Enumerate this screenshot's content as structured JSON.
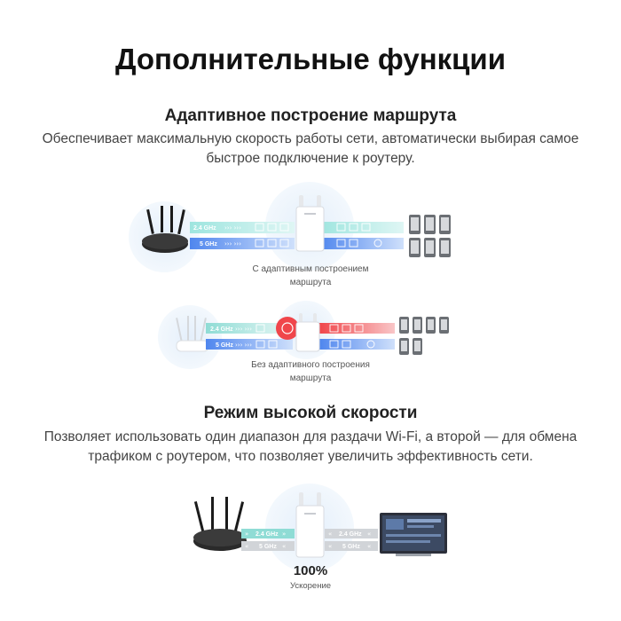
{
  "title": "Дополнительные функции",
  "section1": {
    "heading": "Адаптивное построение маршрута",
    "description": "Обеспечивает максимальную скорость работы сети, автоматически выбирая самое быстрое подключение к роутеру.",
    "diagram_with": {
      "caption": "С адаптивным построением маршрута",
      "band_24": "2.4 GHz",
      "band_5": "5 GHz"
    },
    "diagram_without": {
      "caption": "Без адаптивного построения маршрута",
      "band_24": "2.4 GHz",
      "band_5": "5 GHz"
    }
  },
  "section2": {
    "heading": "Режим высокой скорости",
    "description": "Позволяет использовать один диапазон для раздачи Wi-Fi, а второй — для обмена трафиком с роутером, что позволяет увеличить эффективность сети.",
    "band_24_left": "2.4 GHz",
    "band_5_left": "5 GHz",
    "band_24_right": "2.4 GHz",
    "band_5_right": "5 GHz",
    "speedup_value": "100%",
    "speedup_label": "Ускорение"
  },
  "colors": {
    "band_24": "#7fd8d3",
    "band_5": "#5b8df0",
    "band_24_red": "#f0464b",
    "grey_band": "#cfd2d6"
  }
}
